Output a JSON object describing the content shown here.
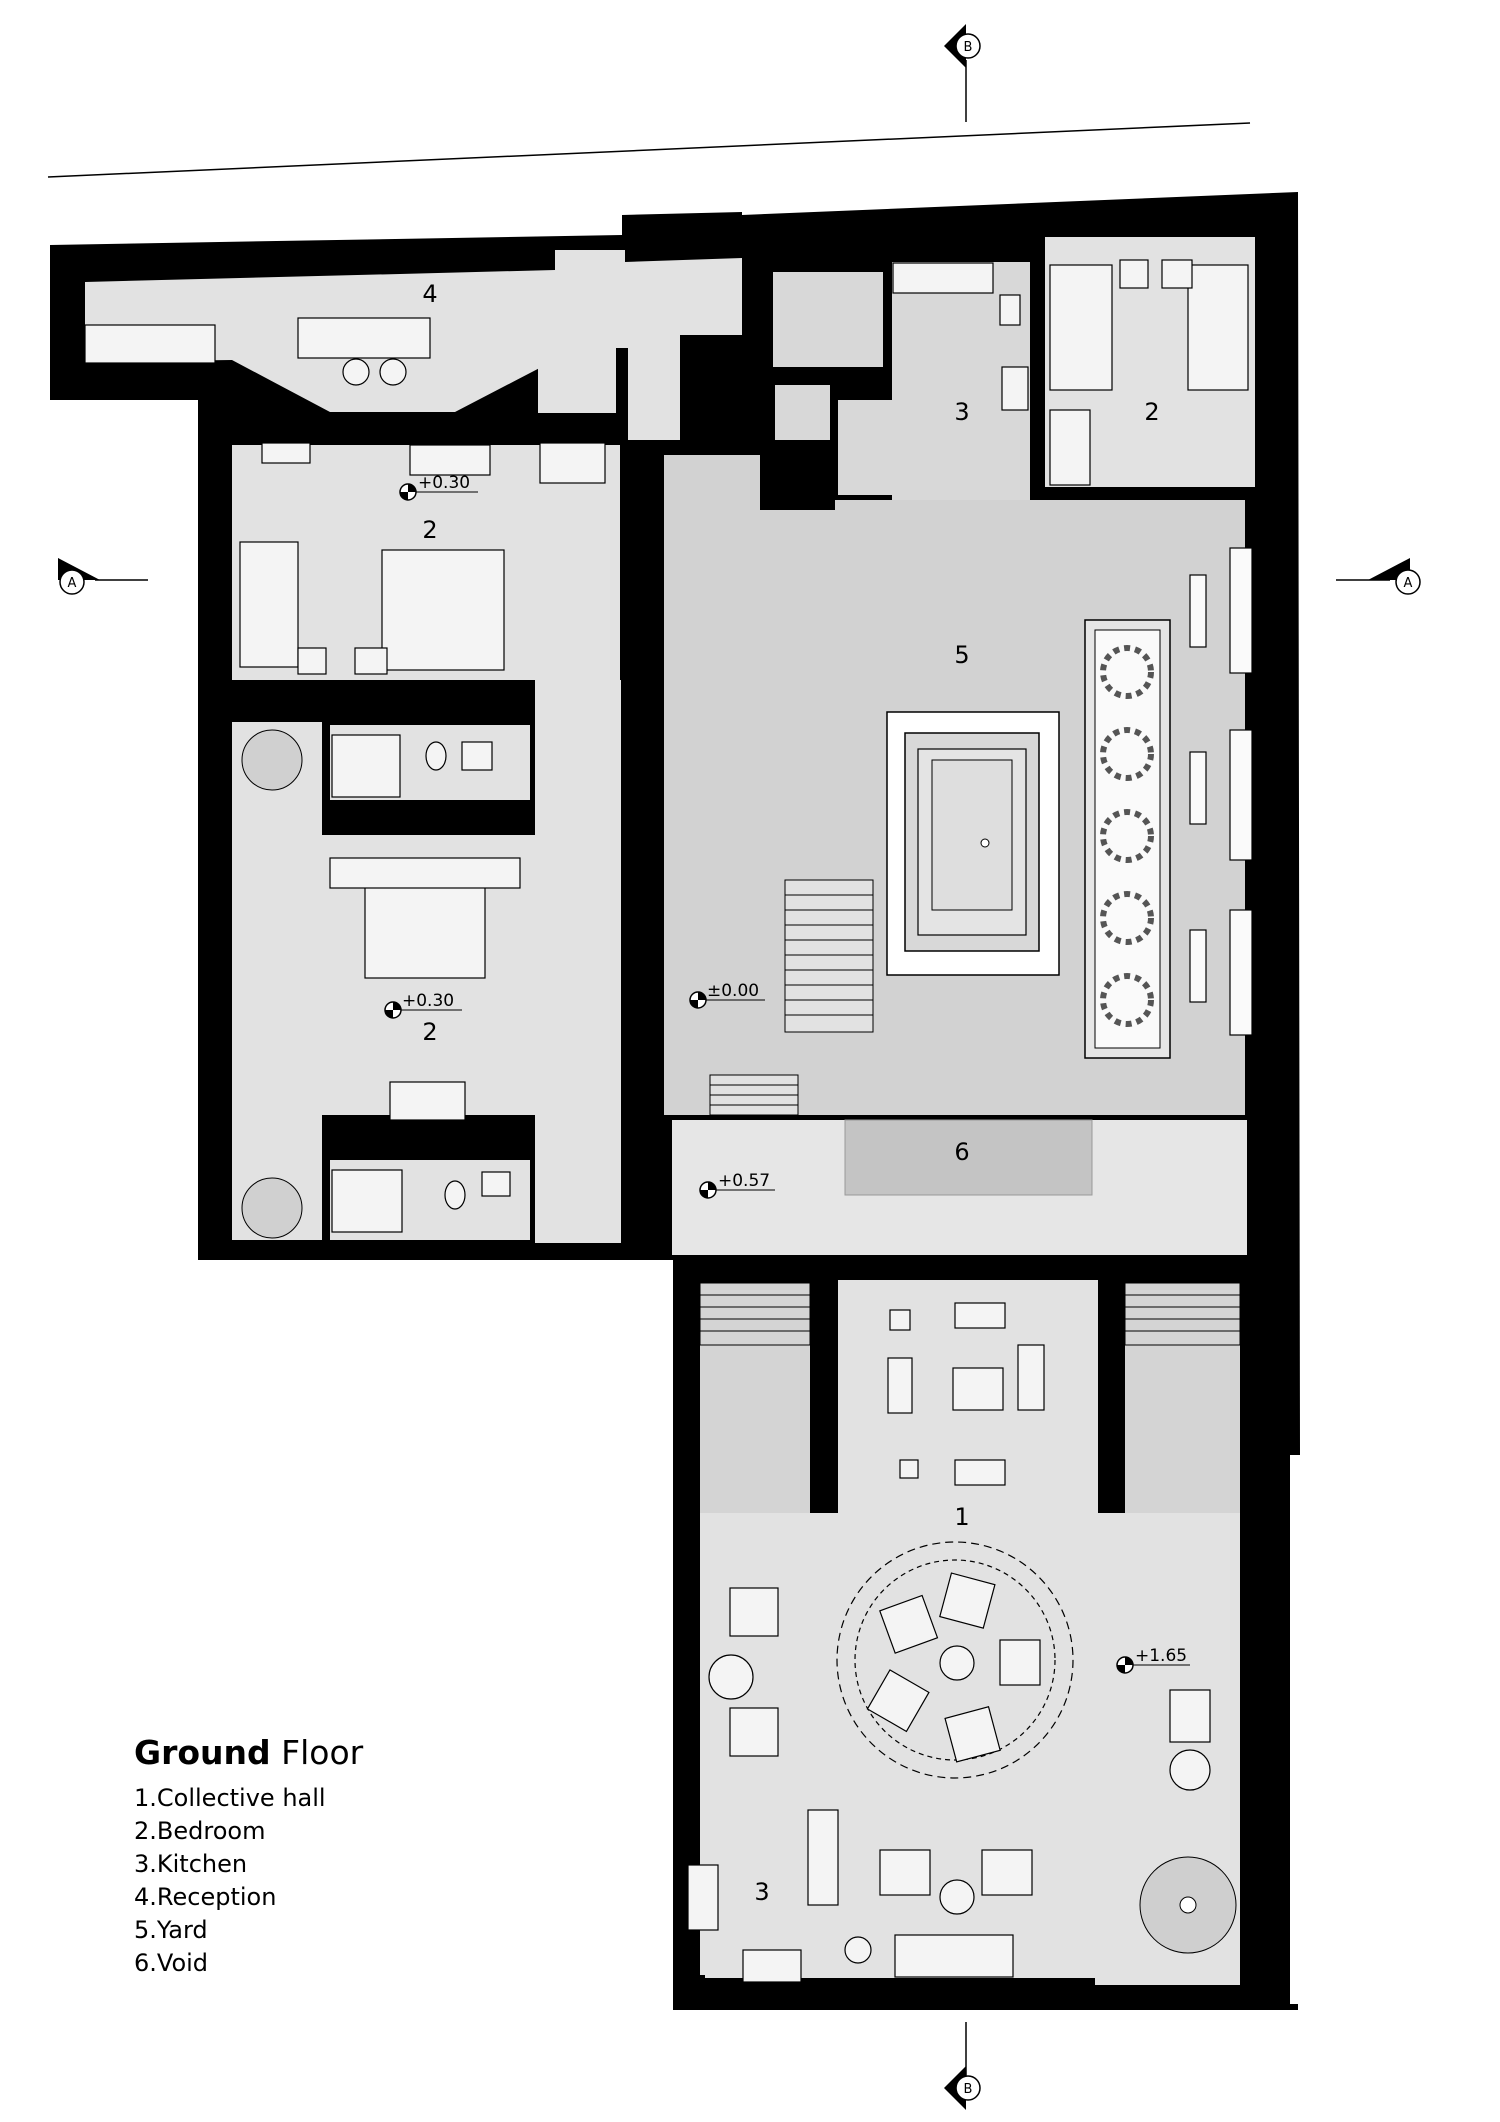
{
  "drawing": {
    "title_bold": "Ground",
    "title_rest": "Floor",
    "legend": [
      "1.Collective hall",
      "2.Bedroom",
      "3.Kitchen",
      "4.Reception",
      "5.Yard",
      "6.Void"
    ]
  },
  "room_labels": {
    "hall": "1",
    "bedroom_top_right": "2",
    "bedroom_west_upper": "2",
    "bedroom_west_lower": "2",
    "kitchen_north": "3",
    "kitchen_south": "3",
    "reception": "4",
    "yard": "5",
    "void": "6"
  },
  "levels": {
    "bedroom_upper": "+0.30",
    "bedroom_lower": "+0.30",
    "yard": "±0.00",
    "terrace": "+0.57",
    "hall": "+1.65"
  },
  "section_markers": {
    "north": "B",
    "south": "B",
    "west": "A",
    "east": "A"
  },
  "colors": {
    "wall": "#000000",
    "floor": "#e2e2e2",
    "yard": "#d2d2d2",
    "void": "#c4c4c4",
    "background": "#ffffff"
  }
}
